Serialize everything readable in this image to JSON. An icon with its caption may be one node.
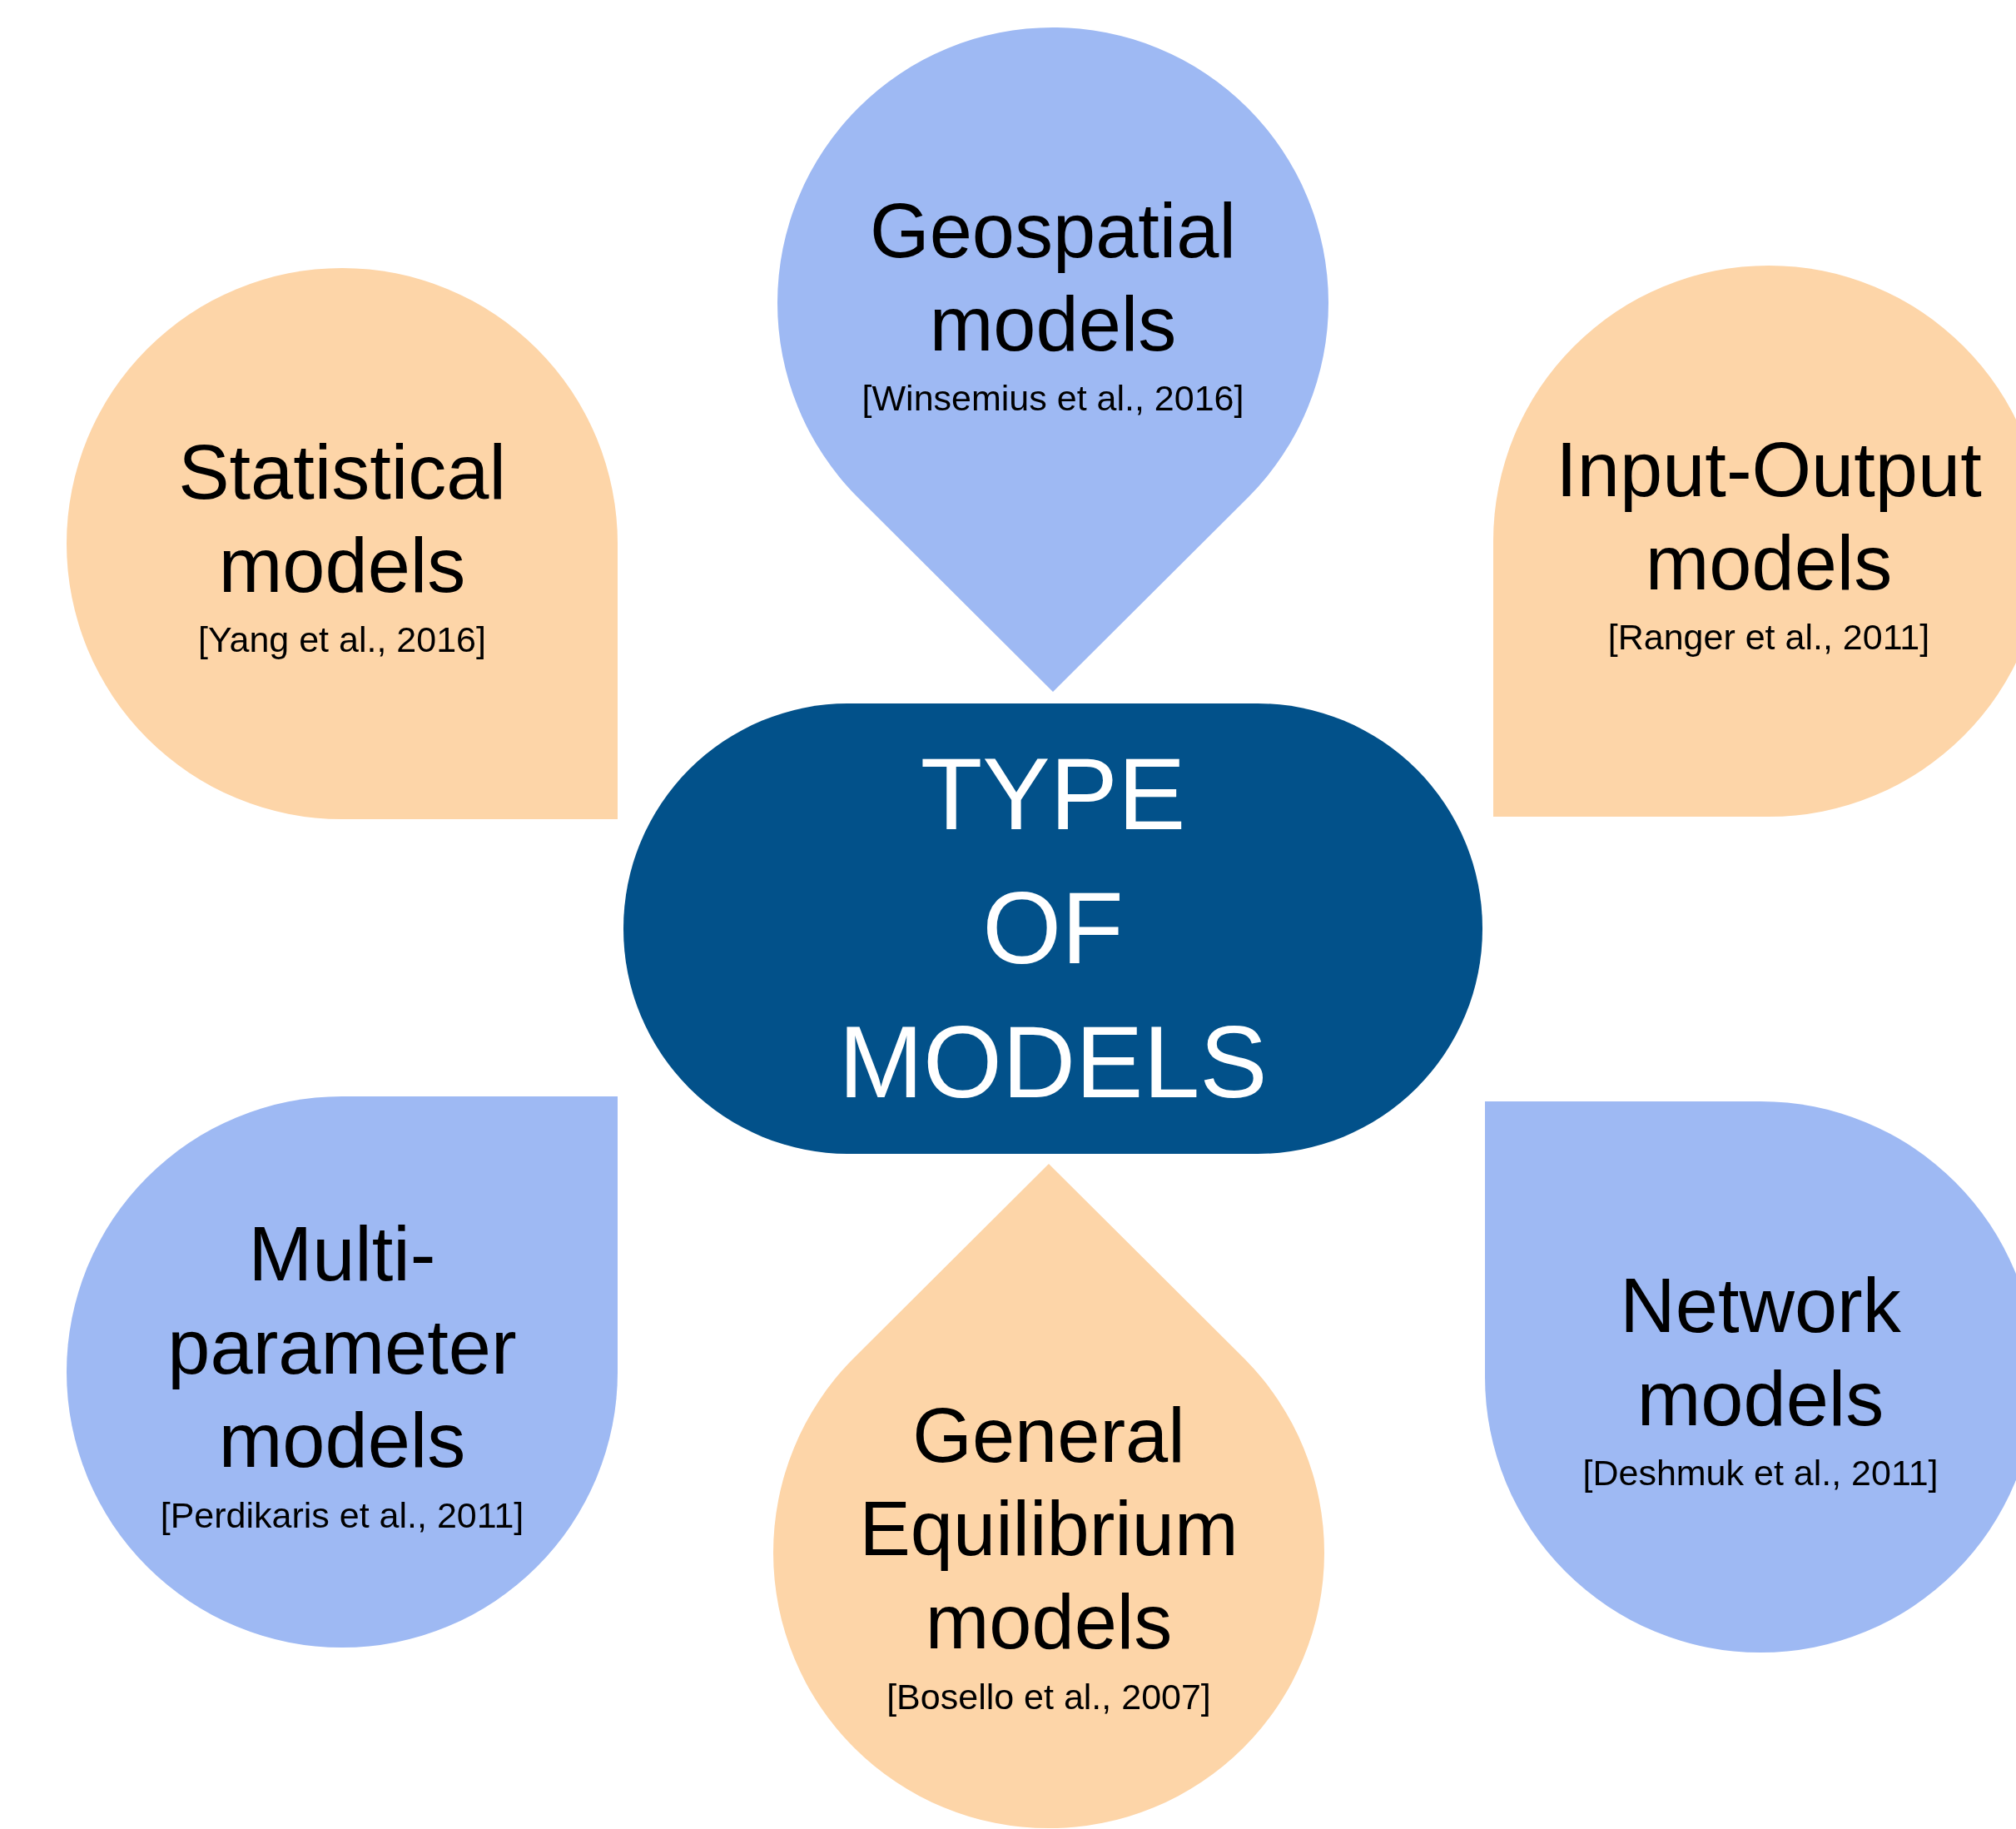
{
  "diagram": {
    "nodes": [
      {
        "text": [
          "Geospatial models",
          "[Winsemius et al., 2016]"
        ]
      },
      {
        "text": [
          "Statistical models",
          "[Yang et al., 2016]"
        ]
      },
      {
        "text": [
          "Input-Output models",
          "[Ranger et al., 2011]"
        ]
      },
      {
        "text": [
          "TYPE OF MODELS"
        ]
      },
      {
        "text": [
          "Multi-parameter models",
          "[Perdikaris et al., 2011]"
        ]
      },
      {
        "text": [
          "Network models",
          "[Deshmuk et al., 2011]"
        ]
      },
      {
        "text": [
          "General Equilibrium models",
          "[Bosello et al., 2007]"
        ]
      }
    ]
  }
}
